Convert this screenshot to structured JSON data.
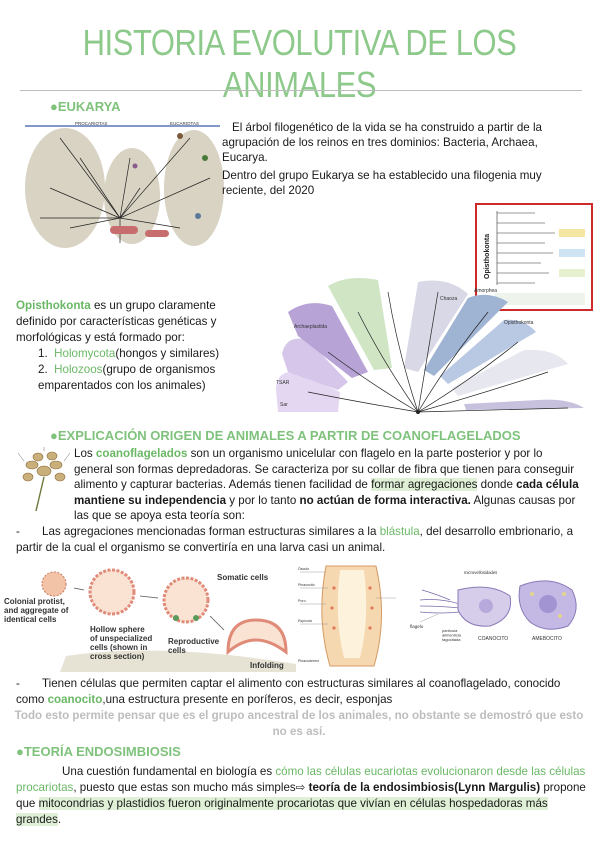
{
  "title": "HISTORIA EVOLUTIVA DE LOS ANIMALES",
  "eukarya": {
    "heading": "●EUKARYA",
    "text1": "El árbol filogenético de la vida se ha construido a partir de la agrupación de los reinos en tres dominios: Bacteria, Archaea, Eucarya.",
    "text2": "Dentro del grupo Eukarya se ha establecido una filogenia muy reciente, del 2020",
    "tree_labels": {
      "prok": "PROCARIOTAS",
      "euk": "EUCARIOTAS"
    },
    "inset_label": "Opisthokonta"
  },
  "opisthokonta": {
    "term": "Opisthokonta",
    "desc": " es un grupo claramente definido por características genéticas y morfológicas y está formado por:",
    "items": [
      {
        "num": "1.",
        "term": "Holomycota",
        "rest": "(hongos y similares)"
      },
      {
        "num": "2.",
        "term": "Holozoos",
        "rest": "(grupo de organismos emparentados con los animales)"
      }
    ]
  },
  "fan_labels": [
    "Chaoza",
    "Amorphea",
    "TSAR",
    "Archaeplastida",
    "Opisthokonta"
  ],
  "coano": {
    "heading": "●EXPLICACIÓN ORIGEN DE ANIMALES A PARTIR DE COANOFLAGELADOS",
    "p1_a": "Los ",
    "p1_term": "coanoflagelados",
    "p1_b": " son un organismo unicelular con flagelo en la parte posterior y por lo general son formas depredadoras. Se caracteriza por su collar de fibra que tienen para conseguir alimento y capturar bacterias. Además tienen facilidad de ",
    "p1_hl": "formar agregaciones",
    "p1_c": " donde ",
    "p1_b1": "cada célula mantiene su independencia",
    "p1_d": " y por lo tanto ",
    "p1_b2": "no actúan de forma interactiva.",
    "p1_e": " Algunas causas por las que se apoya esta teoría son:",
    "bullet1_a": "Las agregaciones mencionadas forman estructuras similares a la ",
    "bullet1_term": "blástula",
    "bullet1_b": ", del desarrollo embrionario, a partir de la cual el organismo se convertiría en una larva casi un animal.",
    "fig_labels": {
      "colonial": "Colonial protist, and aggregate of identical cells",
      "hollow": "Hollow sphere of unspecialized cells (shown in cross section)",
      "somatic": "Somatic cells",
      "reproductive": "Reproductive cells",
      "infolding": "Infolding"
    },
    "right_labels": {
      "flagelo": "flagelo",
      "partic": "partícula alimenticia fagocitada",
      "coanocito": "COANOCITO",
      "amebocito": "AMEBOCITO",
      "micro": "microvellosidades"
    },
    "bullet2_a": "Tienen células que permiten captar el alimento con estructuras similares al coanoflagelado, conocido como ",
    "bullet2_term": "coanocito",
    "bullet2_b": ",una estructura presente en poríferos, es decir, esponjas",
    "faded": "Todo esto permite pensar que es el grupo ancestral de los animales, no obstante se demostró que esto no es así."
  },
  "endo": {
    "heading": "●TEORÍA ENDOSIMBIOSIS",
    "p_a": "Una cuestión fundamental en biología es ",
    "p_term": "cómo las células eucariotas evolucionaron desde las células procariotas",
    "p_b": ", puesto que estas son mucho más simples⇨ ",
    "p_bold": "teoría de la endosimbiosis(Lynn Margulis)",
    "p_c": " propone que ",
    "p_hl": "mitocondrias y plastidios fueron originalmente procariotas que vivían en células hospedadoras más grandes",
    "p_d": "."
  }
}
